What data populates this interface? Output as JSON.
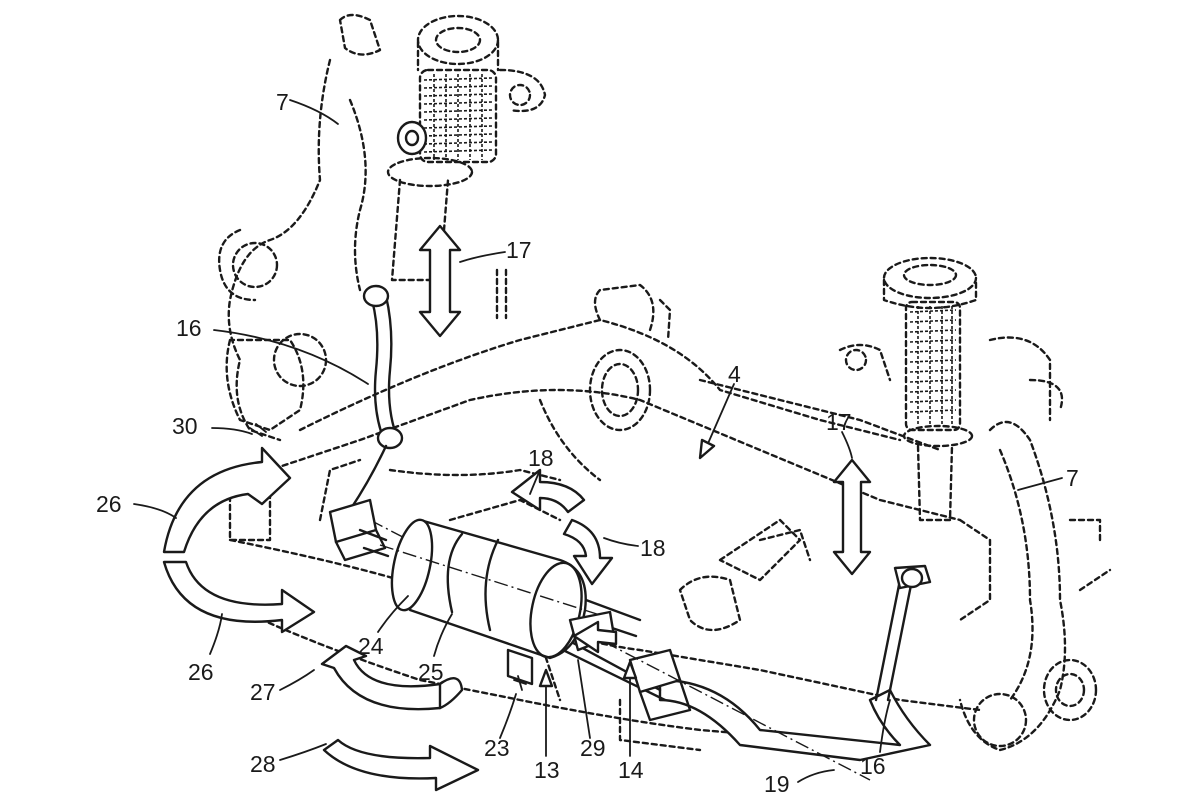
{
  "labels": {
    "strut_left": "7",
    "strut_right": "7",
    "vertical_motion_left": "17",
    "vertical_motion_right": "17",
    "link_left": "16",
    "link_right": "16",
    "subframe": "4",
    "sensor": "30",
    "rotation_18_upper": "18",
    "rotation_18_lower": "18",
    "rotation_26_upper": "26",
    "rotation_26_lower": "26",
    "motor_24": "24",
    "gearbox_25": "25",
    "direction_27": "27",
    "direction_28": "28",
    "spring_23": "23",
    "actuator_13": "13",
    "bearing_29": "29",
    "shaft_14": "14",
    "stabilizer_19": "19"
  }
}
